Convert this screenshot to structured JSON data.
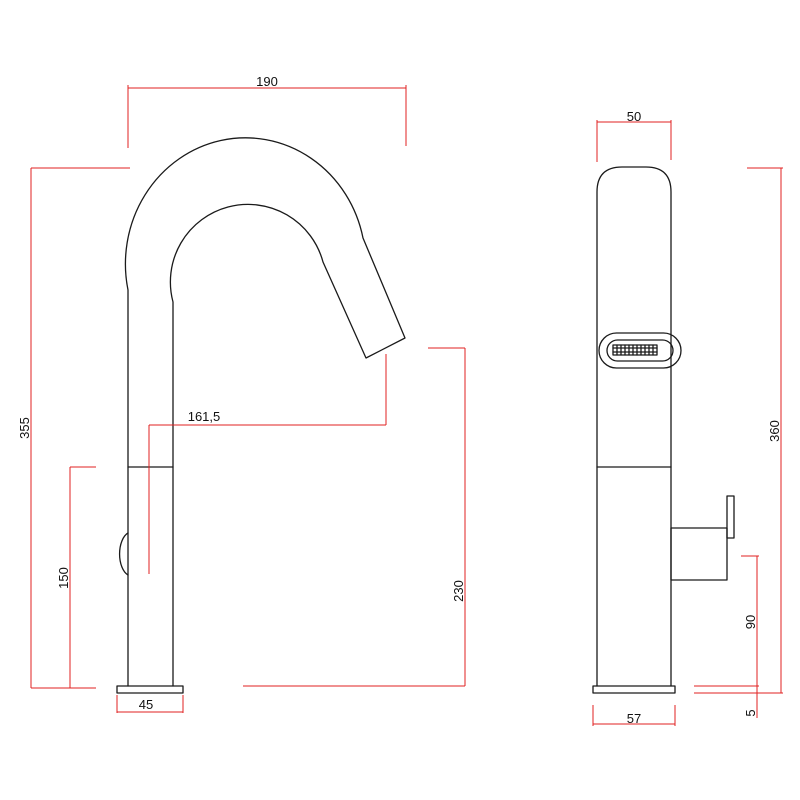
{
  "colors": {
    "outline": "#1a1a1a",
    "dimension_line": "#e02020",
    "dimension_text": "#111111",
    "background": "#ffffff"
  },
  "front_view": {
    "dimensions": {
      "spout_reach": "190",
      "total_height": "355",
      "outlet_projection": "161,5",
      "handle_height": "150",
      "outlet_height": "230",
      "base_width": "45"
    }
  },
  "side_view": {
    "dimensions": {
      "body_width": "50",
      "total_height": "360",
      "lever_height": "90",
      "base_thickness": "5",
      "base_width": "57"
    }
  }
}
